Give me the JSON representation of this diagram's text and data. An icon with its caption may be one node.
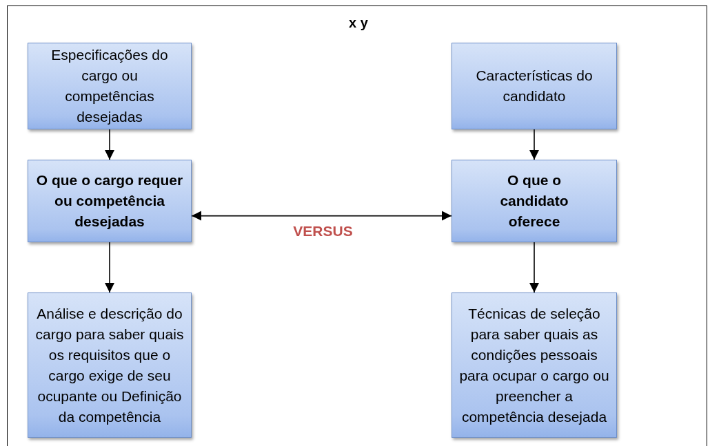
{
  "diagram": {
    "title": "x y",
    "nodes": [
      {
        "text": [
          "Especificações do cargo ou competências desejadas"
        ]
      },
      {
        "text": [
          "O que o cargo requer ou competência desejadas"
        ]
      },
      {
        "text": [
          "Análise e descrição do cargo para saber quais os requisitos que o cargo exige de seu ocupante ou Definição da competência"
        ]
      },
      {
        "text": [
          "Características do candidato"
        ]
      },
      {
        "text": [
          "O que o candidato oferece"
        ]
      },
      {
        "text": [
          "Técnicas de seleção para saber quais as condições pessoais para ocupar o cargo ou preencher a competência desejada"
        ]
      }
    ],
    "edges": [
      {
        "from": 0,
        "to": 1,
        "arrow": "to"
      },
      {
        "from": 1,
        "to": 2,
        "arrow": "to"
      },
      {
        "from": 3,
        "to": 4,
        "arrow": "to"
      },
      {
        "from": 4,
        "to": 5,
        "arrow": "to"
      },
      {
        "from": 1,
        "to": 4,
        "arrow": "both",
        "label": "VERSUS"
      }
    ]
  }
}
